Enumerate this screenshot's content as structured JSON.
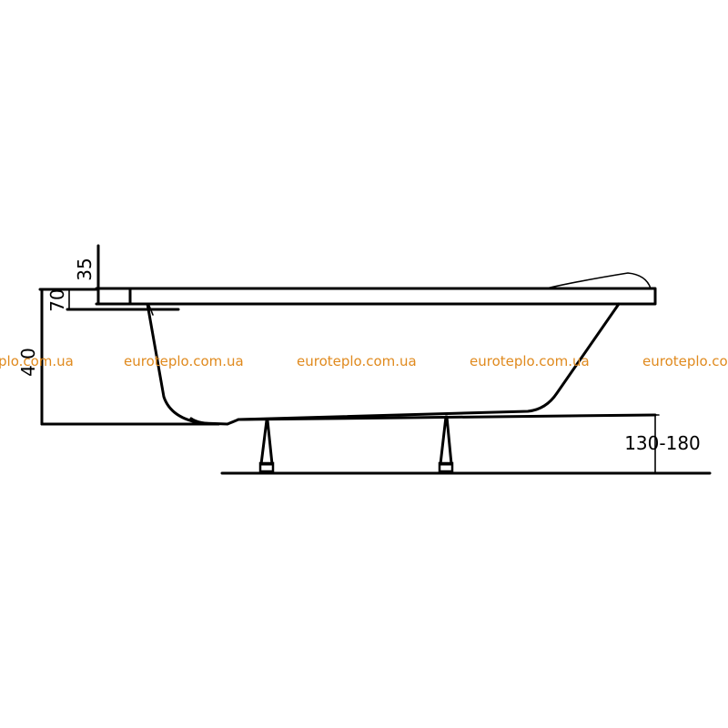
{
  "watermark": {
    "text": "euroteplo.com.ua",
    "partial_text": "plo.com.ua",
    "color": "#e08a1e"
  },
  "dimensions": {
    "rim_thickness": "35",
    "rim_drop": "70",
    "depth": "4 0",
    "leg_height": "130-180"
  },
  "colors": {
    "line": "#000000",
    "background": "#ffffff"
  }
}
